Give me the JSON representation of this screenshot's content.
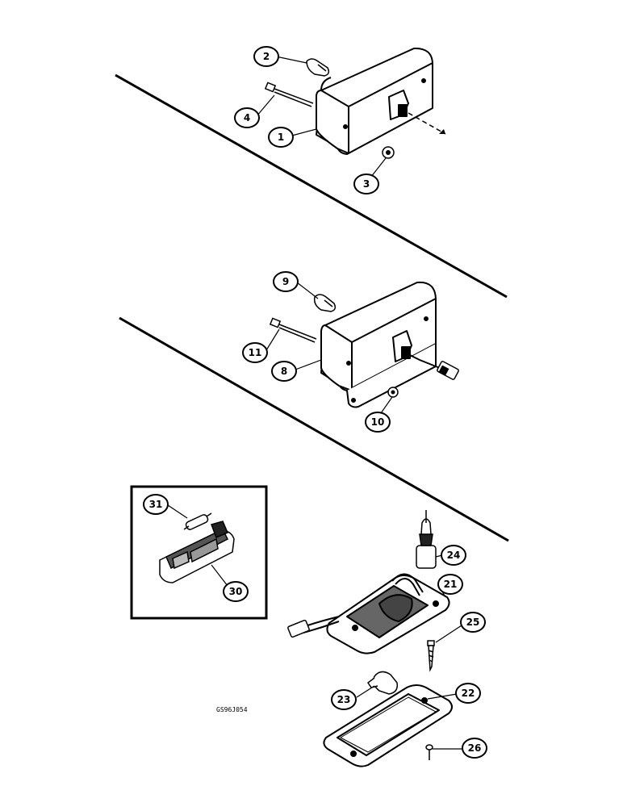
{
  "callouts": {
    "c1": "1",
    "c2": "2",
    "c3": "3",
    "c4": "4",
    "c8": "8",
    "c9": "9",
    "c10": "10",
    "c11": "11",
    "c21": "21",
    "c22": "22",
    "c23": "23",
    "c24": "24",
    "c25": "25",
    "c26": "26",
    "c30": "30",
    "c31": "31"
  },
  "reference_code": "GS96J054",
  "colors": {
    "ink": "#000000",
    "paper": "#ffffff"
  }
}
